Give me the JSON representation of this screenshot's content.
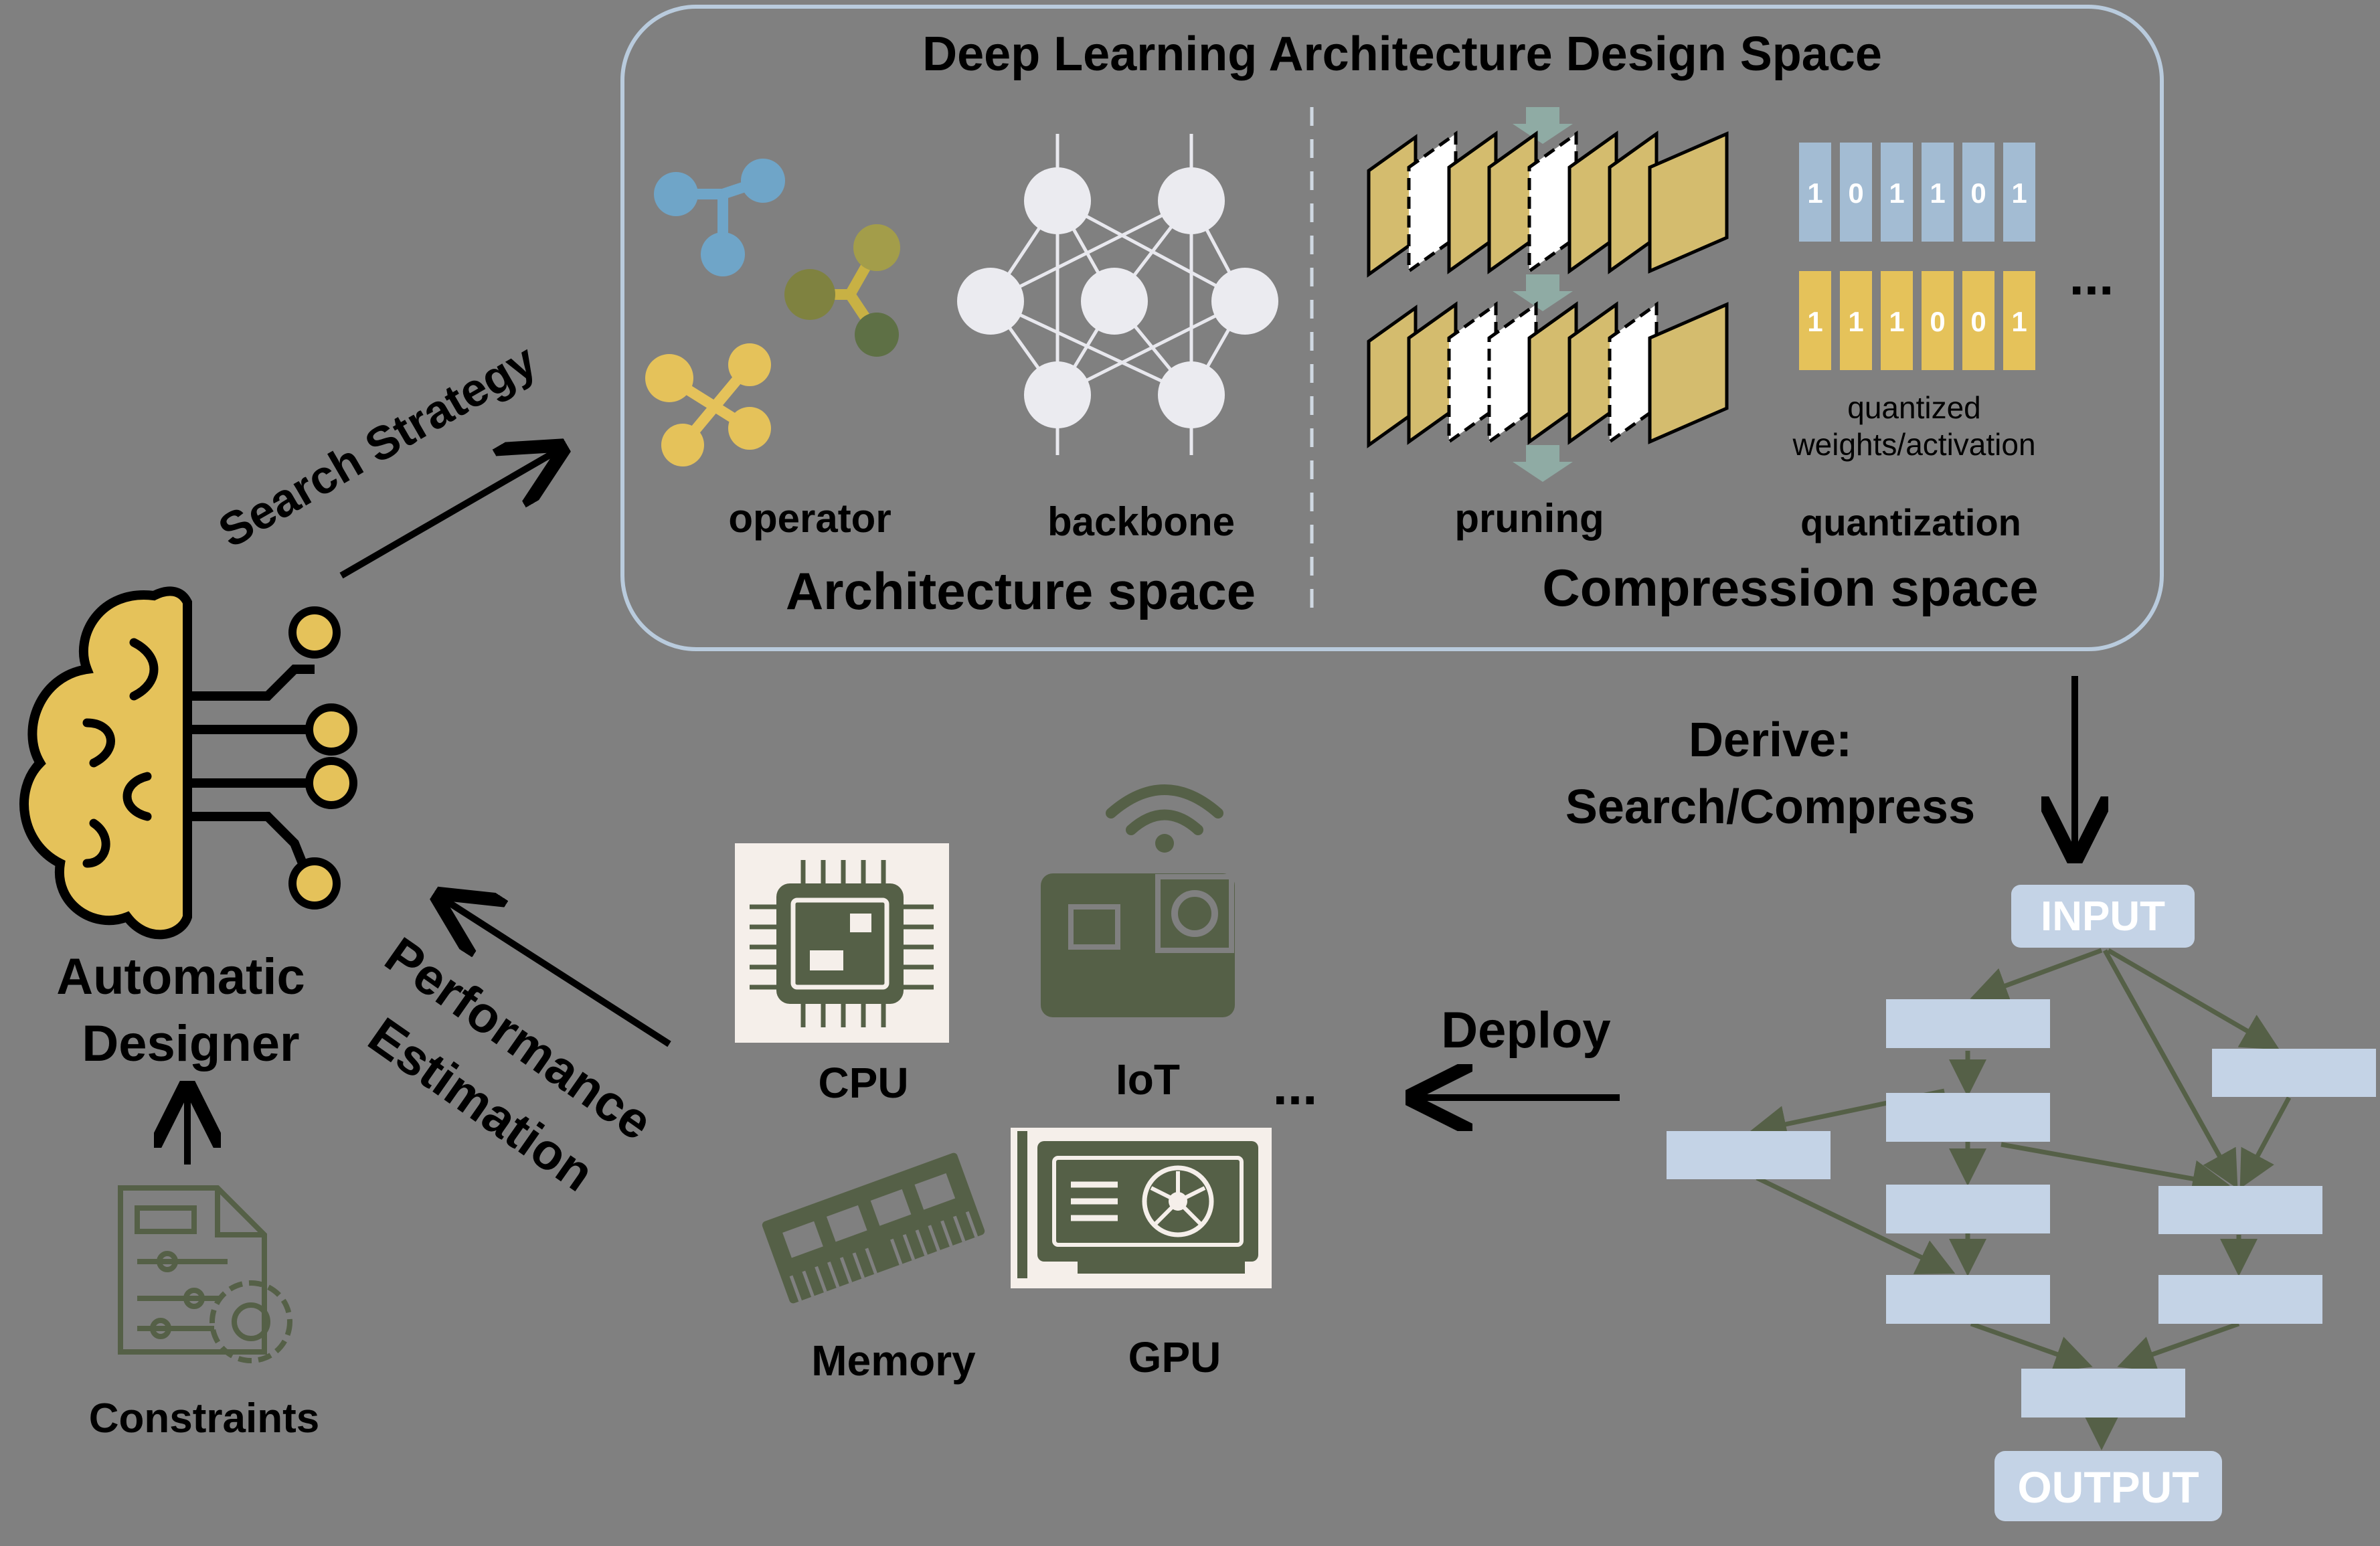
{
  "design_space": {
    "title": "Deep Learning Architecture Design Space",
    "operator_label": "operator",
    "backbone_label": "backbone",
    "architecture_space_label": "Architecture space",
    "pruning_label": "pruning",
    "quantization_label": "quantization",
    "compression_space_label": "Compression space",
    "quantized_line1": "quantized",
    "quantized_line2": "weights/activation",
    "bits_row1": [
      "1",
      "0",
      "1",
      "1",
      "0",
      "1"
    ],
    "bits_row2": [
      "1",
      "1",
      "1",
      "0",
      "0",
      "1"
    ],
    "ellipsis": "..."
  },
  "edges": {
    "search_strategy": "Search Strategy",
    "derive_line1": "Derive:",
    "derive_line2": "Search/Compress",
    "deploy": "Deploy",
    "performance_line1": "Performance",
    "performance_line2": "Estimation"
  },
  "designer": {
    "label_line1": "Automatic",
    "label_line2": "Designer",
    "constraints_label": "Constraints"
  },
  "hardware": {
    "cpu": "CPU",
    "iot": "IoT",
    "memory": "Memory",
    "gpu": "GPU",
    "ellipsis": "..."
  },
  "network": {
    "input_label": "INPUT",
    "output_label": "OUTPUT"
  },
  "colors": {
    "background": "#808080",
    "gold": "#e5c25a",
    "dark_green": "#556047",
    "blue_node": "#6fa5c8",
    "light_blue_box": "#c4d3e6",
    "panel_border": "#b9cbdd"
  }
}
